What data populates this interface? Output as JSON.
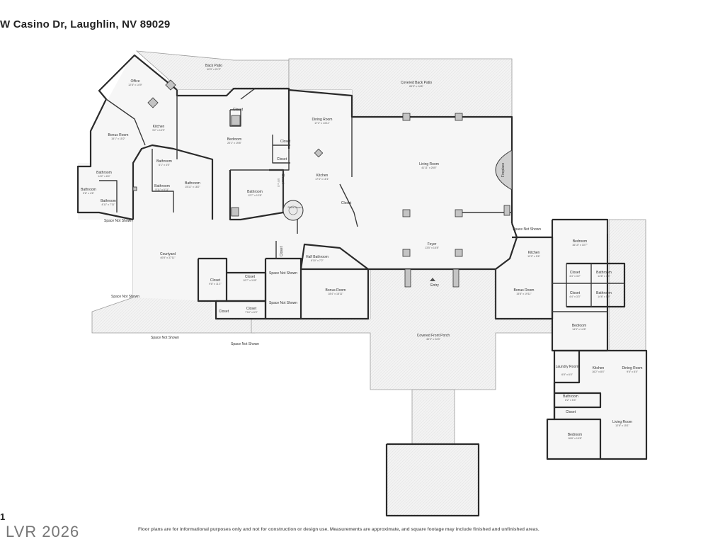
{
  "header": {
    "address": "W Casino Dr, Laughlin, NV 89029"
  },
  "footer": {
    "page_number": "1",
    "watermark": "LVR 2026",
    "disclaimer": "Floor plans are for informational purposes only and not for construction or design use. Measurements are approximate, and square footage may include finished and unfinished areas."
  },
  "rooms": {
    "back_patio": {
      "name": "Back Patio",
      "dim": "40'3\" x 21'2\""
    },
    "covered_back_patio": {
      "name": "Covered Back Patio",
      "dim": "69'9\" x 14'6\""
    },
    "office": {
      "name": "Office",
      "dim": "12'8\" x 14'9\""
    },
    "kitchen_w": {
      "name": "Kitchen",
      "dim": "9'2\" x 13'9\""
    },
    "bonus_room_w": {
      "name": "Bonus Room",
      "dim": "15'1\" x 15'2\""
    },
    "closet_a": {
      "name": "Closet"
    },
    "bedroom_w": {
      "name": "Bedroom",
      "dim": "20'1\" x 19'8\""
    },
    "dining_room": {
      "name": "Dining Room",
      "dim": "17'2\" x 13'11\""
    },
    "closet_b": {
      "name": "Closet"
    },
    "closet_c": {
      "name": "Closet"
    },
    "bathroom_a": {
      "name": "Bathroom",
      "dim": "6'1\" x 4'5\""
    },
    "bathroom_b": {
      "name": "Bathroom",
      "dim": "5'11\" x 5'11\""
    },
    "bathroom_c": {
      "name": "Bathroom",
      "dim": "15'11\" x 18'2\""
    },
    "bathroom_d": {
      "name": "Bathroom",
      "dim": "14'2\" x 8'4\""
    },
    "bathroom_e": {
      "name": "Bathroom",
      "dim": "5'6\" x 4'6\""
    },
    "bathroom_f": {
      "name": "Bathroom",
      "dim": "4'11\" x 7'11\""
    },
    "bathroom_g": {
      "name": "Bathroom",
      "dim": "12'7\" x 12'8\""
    },
    "kitchen_c": {
      "name": "Kitchen",
      "dim": "17'4\" x 16'1\""
    },
    "closet_d": {
      "name": "Closet"
    },
    "wine_closet": {
      "name": "Closet",
      "dim": "5'5\" x 3'"
    },
    "living_room": {
      "name": "Living Room",
      "dim": "41'11\" x 26'8\""
    },
    "fireplace": {
      "name": "Fireplace"
    },
    "stairs_down": {
      "name": "Stairs Down"
    },
    "space_not_shown_1": {
      "name": "Space Not Shown"
    },
    "courtyard": {
      "name": "Courtyard",
      "dim": "40'8\" x 37'11\""
    },
    "foyer": {
      "name": "Foyer",
      "dim": "13'5\" x 15'8\""
    },
    "half_bathroom": {
      "name": "Half Bathroom",
      "dim": "8'10\" x 7'2\""
    },
    "closet_e": {
      "name": "Closet",
      "dim": "9'8\" x 11'1\""
    },
    "closet_f": {
      "name": "Closet",
      "dim": "10'7\" x 11'8\""
    },
    "closet_g": {
      "name": "Closet"
    },
    "space_not_shown_2": {
      "name": "Space Not Shown"
    },
    "space_not_shown_3": {
      "name": "Space Not Shown"
    },
    "closet_h": {
      "name": "Closet"
    },
    "closet_i": {
      "name": "Closet",
      "dim": "7'10\" x 6'9\""
    },
    "bonus_room_c": {
      "name": "Bonus Room",
      "dim": "18'4\" x 18'11\""
    },
    "entry": {
      "name": "Entry"
    },
    "space_not_shown_4": {
      "name": "Space Not Shown"
    },
    "space_not_shown_5": {
      "name": "Space Not Shown"
    },
    "space_not_shown_6": {
      "name": "Space Not Shown"
    },
    "covered_front_porch": {
      "name": "Covered Front Porch",
      "dim": "40'2\" x 24'3\""
    },
    "space_not_shown_7": {
      "name": "Space Not Shown"
    },
    "kitchen_e": {
      "name": "Kitchen",
      "dim": "13'2\" x 5'6\""
    },
    "bonus_room_e": {
      "name": "Bonus Room",
      "dim": "15'8\" x 19'11\""
    },
    "bedroom_e1": {
      "name": "Bedroom",
      "dim": "16'10\" x 10'7\""
    },
    "closet_j": {
      "name": "Closet",
      "dim": "4'4\" x 3'2\""
    },
    "bathroom_h": {
      "name": "Bathroom",
      "dim": "14'6\" x 3'3\""
    },
    "closet_k": {
      "name": "Closet",
      "dim": "4'4\" x 3'3\""
    },
    "bathroom_i": {
      "name": "Bathroom",
      "dim": "14'6\" x 5'9\""
    },
    "bedroom_e2": {
      "name": "Bedroom",
      "dim": "14'3\" x 14'8\""
    },
    "laundry_room": {
      "name": "Laundry Room",
      "dim": "6'8\" x 6'4\""
    },
    "kitchen_se": {
      "name": "Kitchen",
      "dim": "16'2\" x 8'4\""
    },
    "dining_room_se": {
      "name": "Dining Room",
      "dim": "9'6\" x 8'4\""
    },
    "bathroom_se": {
      "name": "Bathroom",
      "dim": "8'2\" x 5'4\""
    },
    "closet_se": {
      "name": "Closet"
    },
    "bedroom_se": {
      "name": "Bedroom",
      "dim": "16'8\" x 10'8\""
    },
    "living_room_se": {
      "name": "Living Room",
      "dim": "12'8\" x 15'1\""
    }
  }
}
